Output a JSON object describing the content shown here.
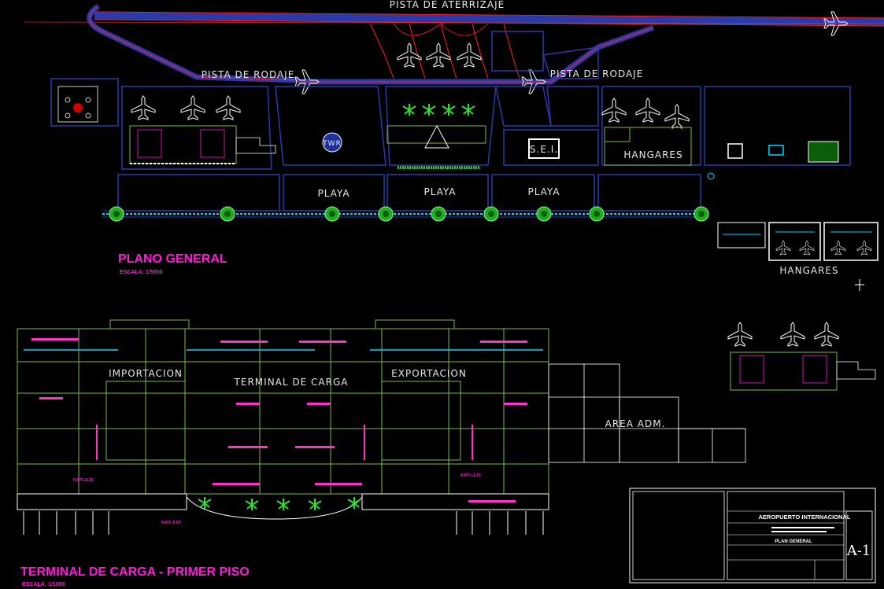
{
  "plan_general": {
    "runway_label": "PISTA DE ATERRIZAJE",
    "taxiway_left_label": "PISTA DE RODAJE",
    "taxiway_right_label": "PISTA DE RODAJE",
    "tower_label": "TWR",
    "sei_label": "S.E.I.",
    "hangars_label": "HANGARES",
    "parking_label_1": "PLAYA",
    "parking_label_2": "PLAYA",
    "parking_label_3": "PLAYA",
    "hangars_detail_label": "HANGARES",
    "title": "PLANO GENERAL",
    "scale": "ESCALA: 1/5000"
  },
  "cargo_terminal": {
    "import_label": "IMPORTACION",
    "terminal_label": "TERMINAL DE CARGA",
    "export_label": "EXPORTACION",
    "admin_area_label": "AREA ADM.",
    "level_left": "N.P.T.+1.20",
    "level_right": "N.P.T.+1.20",
    "level_bottom": "N.P.T.-0.00",
    "title": "TERMINAL DE CARGA - PRIMER PISO",
    "scale": "ESCALA: 1/1000"
  },
  "title_block": {
    "project": "AEROPUERTO INTERNACIONAL",
    "sheet_title": "PLAN GENERAL",
    "sheet_number": "A-1"
  },
  "colors": {
    "background": "#000000",
    "runway_edge": "#ff2020",
    "pavement": "#2b3aa8",
    "grid_line": "#7fb84a",
    "annotation": "#ff1ad9",
    "tree": "#22c422",
    "highlight": "#00d8ff"
  }
}
